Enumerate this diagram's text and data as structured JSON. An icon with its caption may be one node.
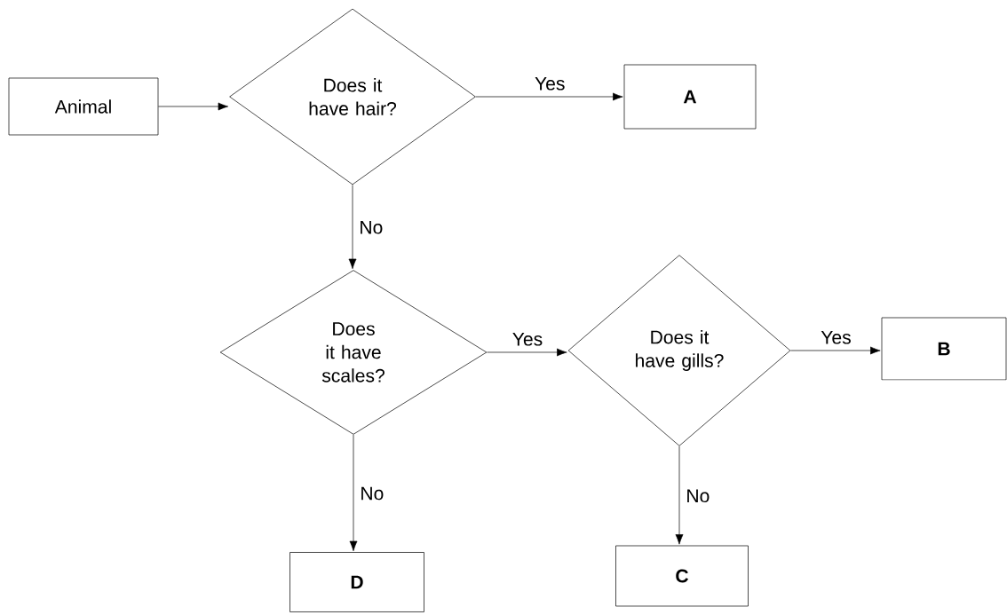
{
  "diagram": {
    "nodes": [
      {
        "text": [
          "Animal"
        ]
      },
      {
        "text": [
          "Does it have hair?"
        ]
      },
      {
        "text": [
          "**A**"
        ]
      },
      {
        "text": [
          "Does it have scales?"
        ]
      },
      {
        "text": [
          "Does it have gills?"
        ]
      },
      {
        "text": [
          "**B**"
        ]
      },
      {
        "text": [
          "**D**"
        ]
      },
      {
        "text": [
          "**C**"
        ]
      }
    ],
    "edges": [
      {
        "from": 0,
        "to": 1,
        "arrow": "to"
      },
      {
        "from": 1,
        "to": 2,
        "arrow": "to",
        "label": "Yes"
      },
      {
        "from": 1,
        "to": 3,
        "arrow": "to",
        "label": "No"
      },
      {
        "from": 3,
        "to": 4,
        "arrow": "to",
        "label": "Yes"
      },
      {
        "from": 4,
        "to": 5,
        "arrow": "to",
        "label": "Yes"
      },
      {
        "from": 3,
        "to": 6,
        "arrow": "to",
        "label": "No"
      },
      {
        "from": 4,
        "to": 7,
        "arrow": "to",
        "label": "No"
      }
    ]
  }
}
